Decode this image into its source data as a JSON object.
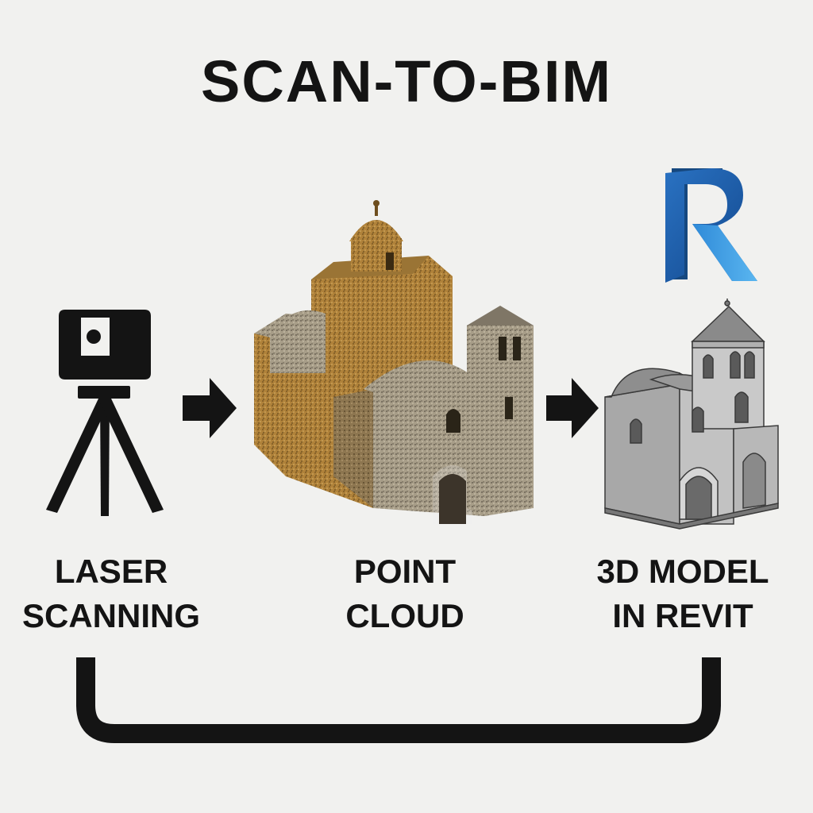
{
  "title": "SCAN-TO-BIM",
  "steps": [
    {
      "line1": "LASER",
      "line2": "SCANNING",
      "icon": "laser-scanner-tripod-icon"
    },
    {
      "line1": "POINT",
      "line2": "CLOUD",
      "icon": "point-cloud-church-illustration"
    },
    {
      "line1": "3D MODEL",
      "line2": "IN REVIT",
      "icon": "revit-model-church-illustration"
    }
  ],
  "logo": {
    "letter": "R",
    "name": "revit-logo"
  },
  "colors": {
    "background": "#f1f1ef",
    "text": "#141414",
    "cloud_warm": "#b58a3f",
    "cloud_stone": "#a89f8c",
    "model_gray": "#9b9b9b",
    "revit_blue": "#1f63ad"
  }
}
